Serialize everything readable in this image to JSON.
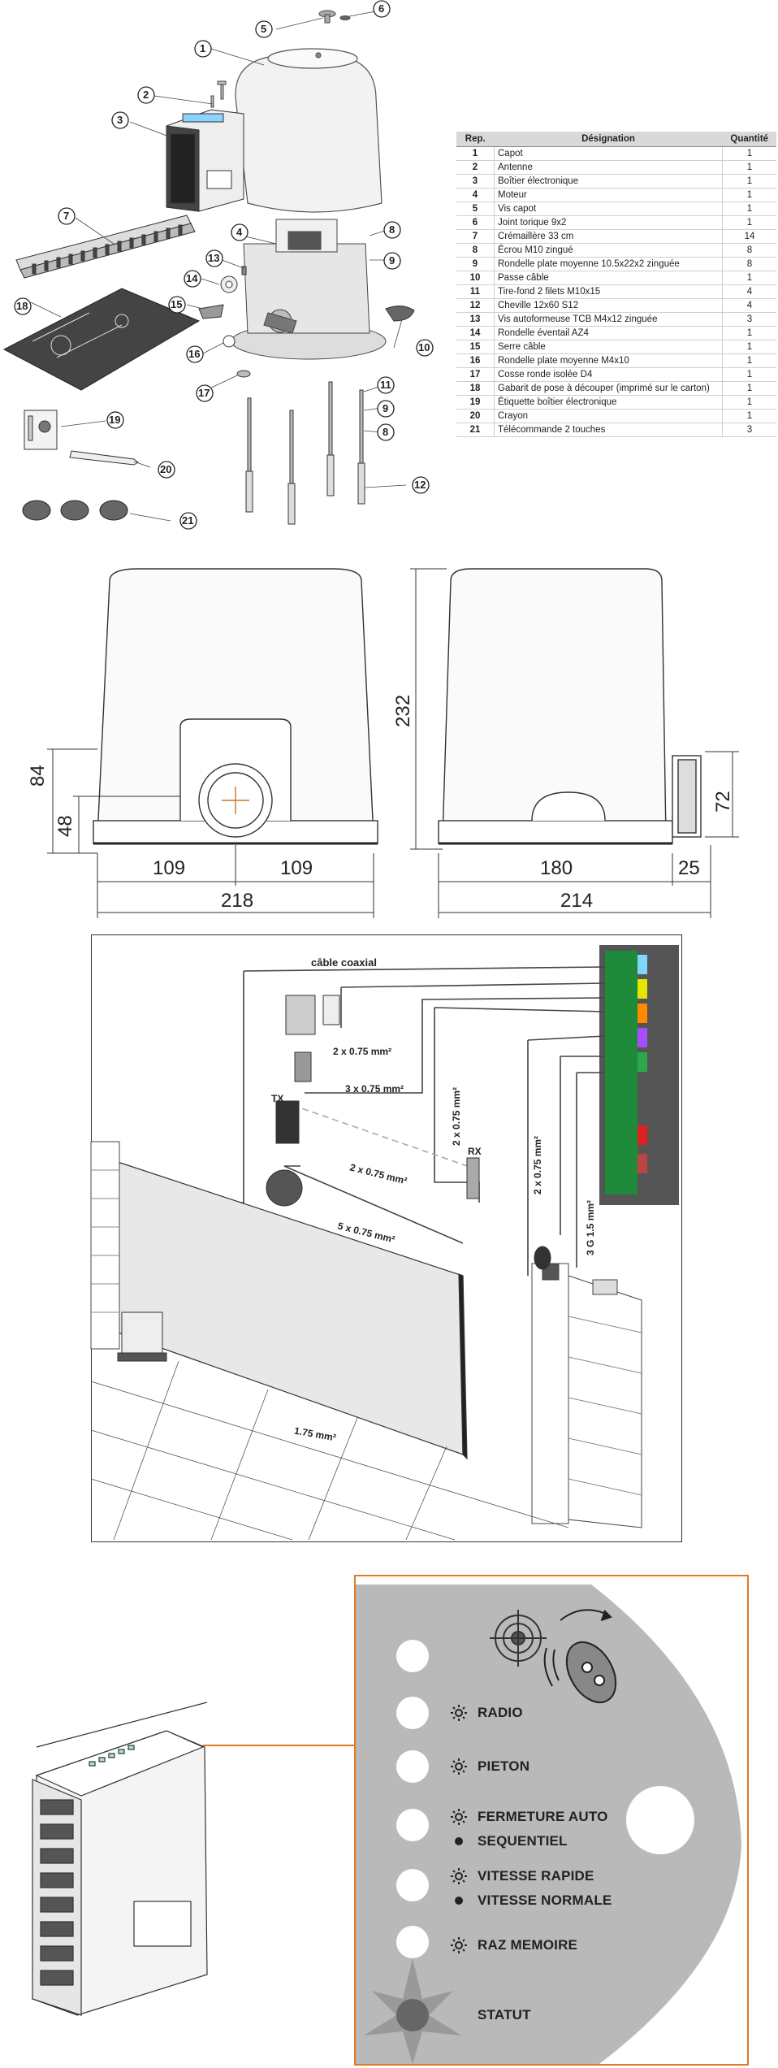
{
  "exploded_view": {
    "callouts": [
      "1",
      "2",
      "3",
      "4",
      "5",
      "6",
      "7",
      "8",
      "9",
      "10",
      "11",
      "12",
      "13",
      "14",
      "15",
      "16",
      "17",
      "18",
      "19",
      "20",
      "21"
    ]
  },
  "parts_table": {
    "headers": [
      "Rep.",
      "Désignation",
      "Quantité"
    ],
    "rows": [
      {
        "rep": "1",
        "designation": "Capot",
        "qty": "1"
      },
      {
        "rep": "2",
        "designation": "Antenne",
        "qty": "1"
      },
      {
        "rep": "3",
        "designation": "Boîtier électronique",
        "qty": "1"
      },
      {
        "rep": "4",
        "designation": "Moteur",
        "qty": "1"
      },
      {
        "rep": "5",
        "designation": "Vis capot",
        "qty": "1"
      },
      {
        "rep": "6",
        "designation": "Joint torique 9x2",
        "qty": "1"
      },
      {
        "rep": "7",
        "designation": "Crémaillère 33 cm",
        "qty": "14"
      },
      {
        "rep": "8",
        "designation": "Écrou M10 zingué",
        "qty": "8"
      },
      {
        "rep": "9",
        "designation": "Rondelle plate moyenne 10.5x22x2 zinguée",
        "qty": "8"
      },
      {
        "rep": "10",
        "designation": "Passe câble",
        "qty": "1"
      },
      {
        "rep": "11",
        "designation": "Tire-fond 2 filets M10x15",
        "qty": "4"
      },
      {
        "rep": "12",
        "designation": "Cheville 12x60 S12",
        "qty": "4"
      },
      {
        "rep": "13",
        "designation": "Vis autoformeuse TCB M4x12 zinguée",
        "qty": "3"
      },
      {
        "rep": "14",
        "designation": "Rondelle éventail AZ4",
        "qty": "1"
      },
      {
        "rep": "15",
        "designation": "Serre câble",
        "qty": "1"
      },
      {
        "rep": "16",
        "designation": "Rondelle plate moyenne M4x10",
        "qty": "1"
      },
      {
        "rep": "17",
        "designation": "Cosse ronde isolée D4",
        "qty": "1"
      },
      {
        "rep": "18",
        "designation": "Gabarit de pose à découper (imprimé sur le carton)",
        "qty": "1"
      },
      {
        "rep": "19",
        "designation": "Étiquette boîtier électronique",
        "qty": "1"
      },
      {
        "rep": "20",
        "designation": "Crayon",
        "qty": "1"
      },
      {
        "rep": "21",
        "designation": "Télécommande 2 touches",
        "qty": "3"
      }
    ]
  },
  "dimensions": {
    "front": {
      "height_total": "84",
      "height_gear": "48",
      "width_left": "109",
      "width_right": "109",
      "width_total": "218"
    },
    "side": {
      "height_total": "232",
      "bracket_height": "72",
      "depth": "180",
      "bracket_depth": "25",
      "depth_total": "214"
    }
  },
  "wiring": {
    "coax_label": "câble coaxial",
    "cable_labels": {
      "keypad_intercom": "2 x 0.75 mm²",
      "key_switch": "3 x 0.75 mm²",
      "photocell_tx_rx": "2 x 0.75 mm²",
      "rx_vertical": "2 x 0.75 mm²",
      "motor_cable": "5 x 0.75 mm²",
      "flash_light": "2 x 0.75 mm²",
      "power": "3 G 1.5 mm²",
      "ground_loop": "1.75 mm²"
    },
    "tx_label": "TX",
    "rx_label": "RX"
  },
  "control_panel": {
    "labels": {
      "radio": "RADIO",
      "pieton": "PIETON",
      "fermeture_auto": "FERMETURE AUTO",
      "sequentiel": "SEQUENTIEL",
      "vitesse_rapide": "VITESSE RAPIDE",
      "vitesse_normale": "VITESSE NORMALE",
      "raz_memoire": "RAZ MEMOIRE",
      "statut": "STATUT"
    },
    "colors": {
      "border": "#e07b1f",
      "panel_fill": "#b9b9b9",
      "led": "#ffffff"
    }
  }
}
